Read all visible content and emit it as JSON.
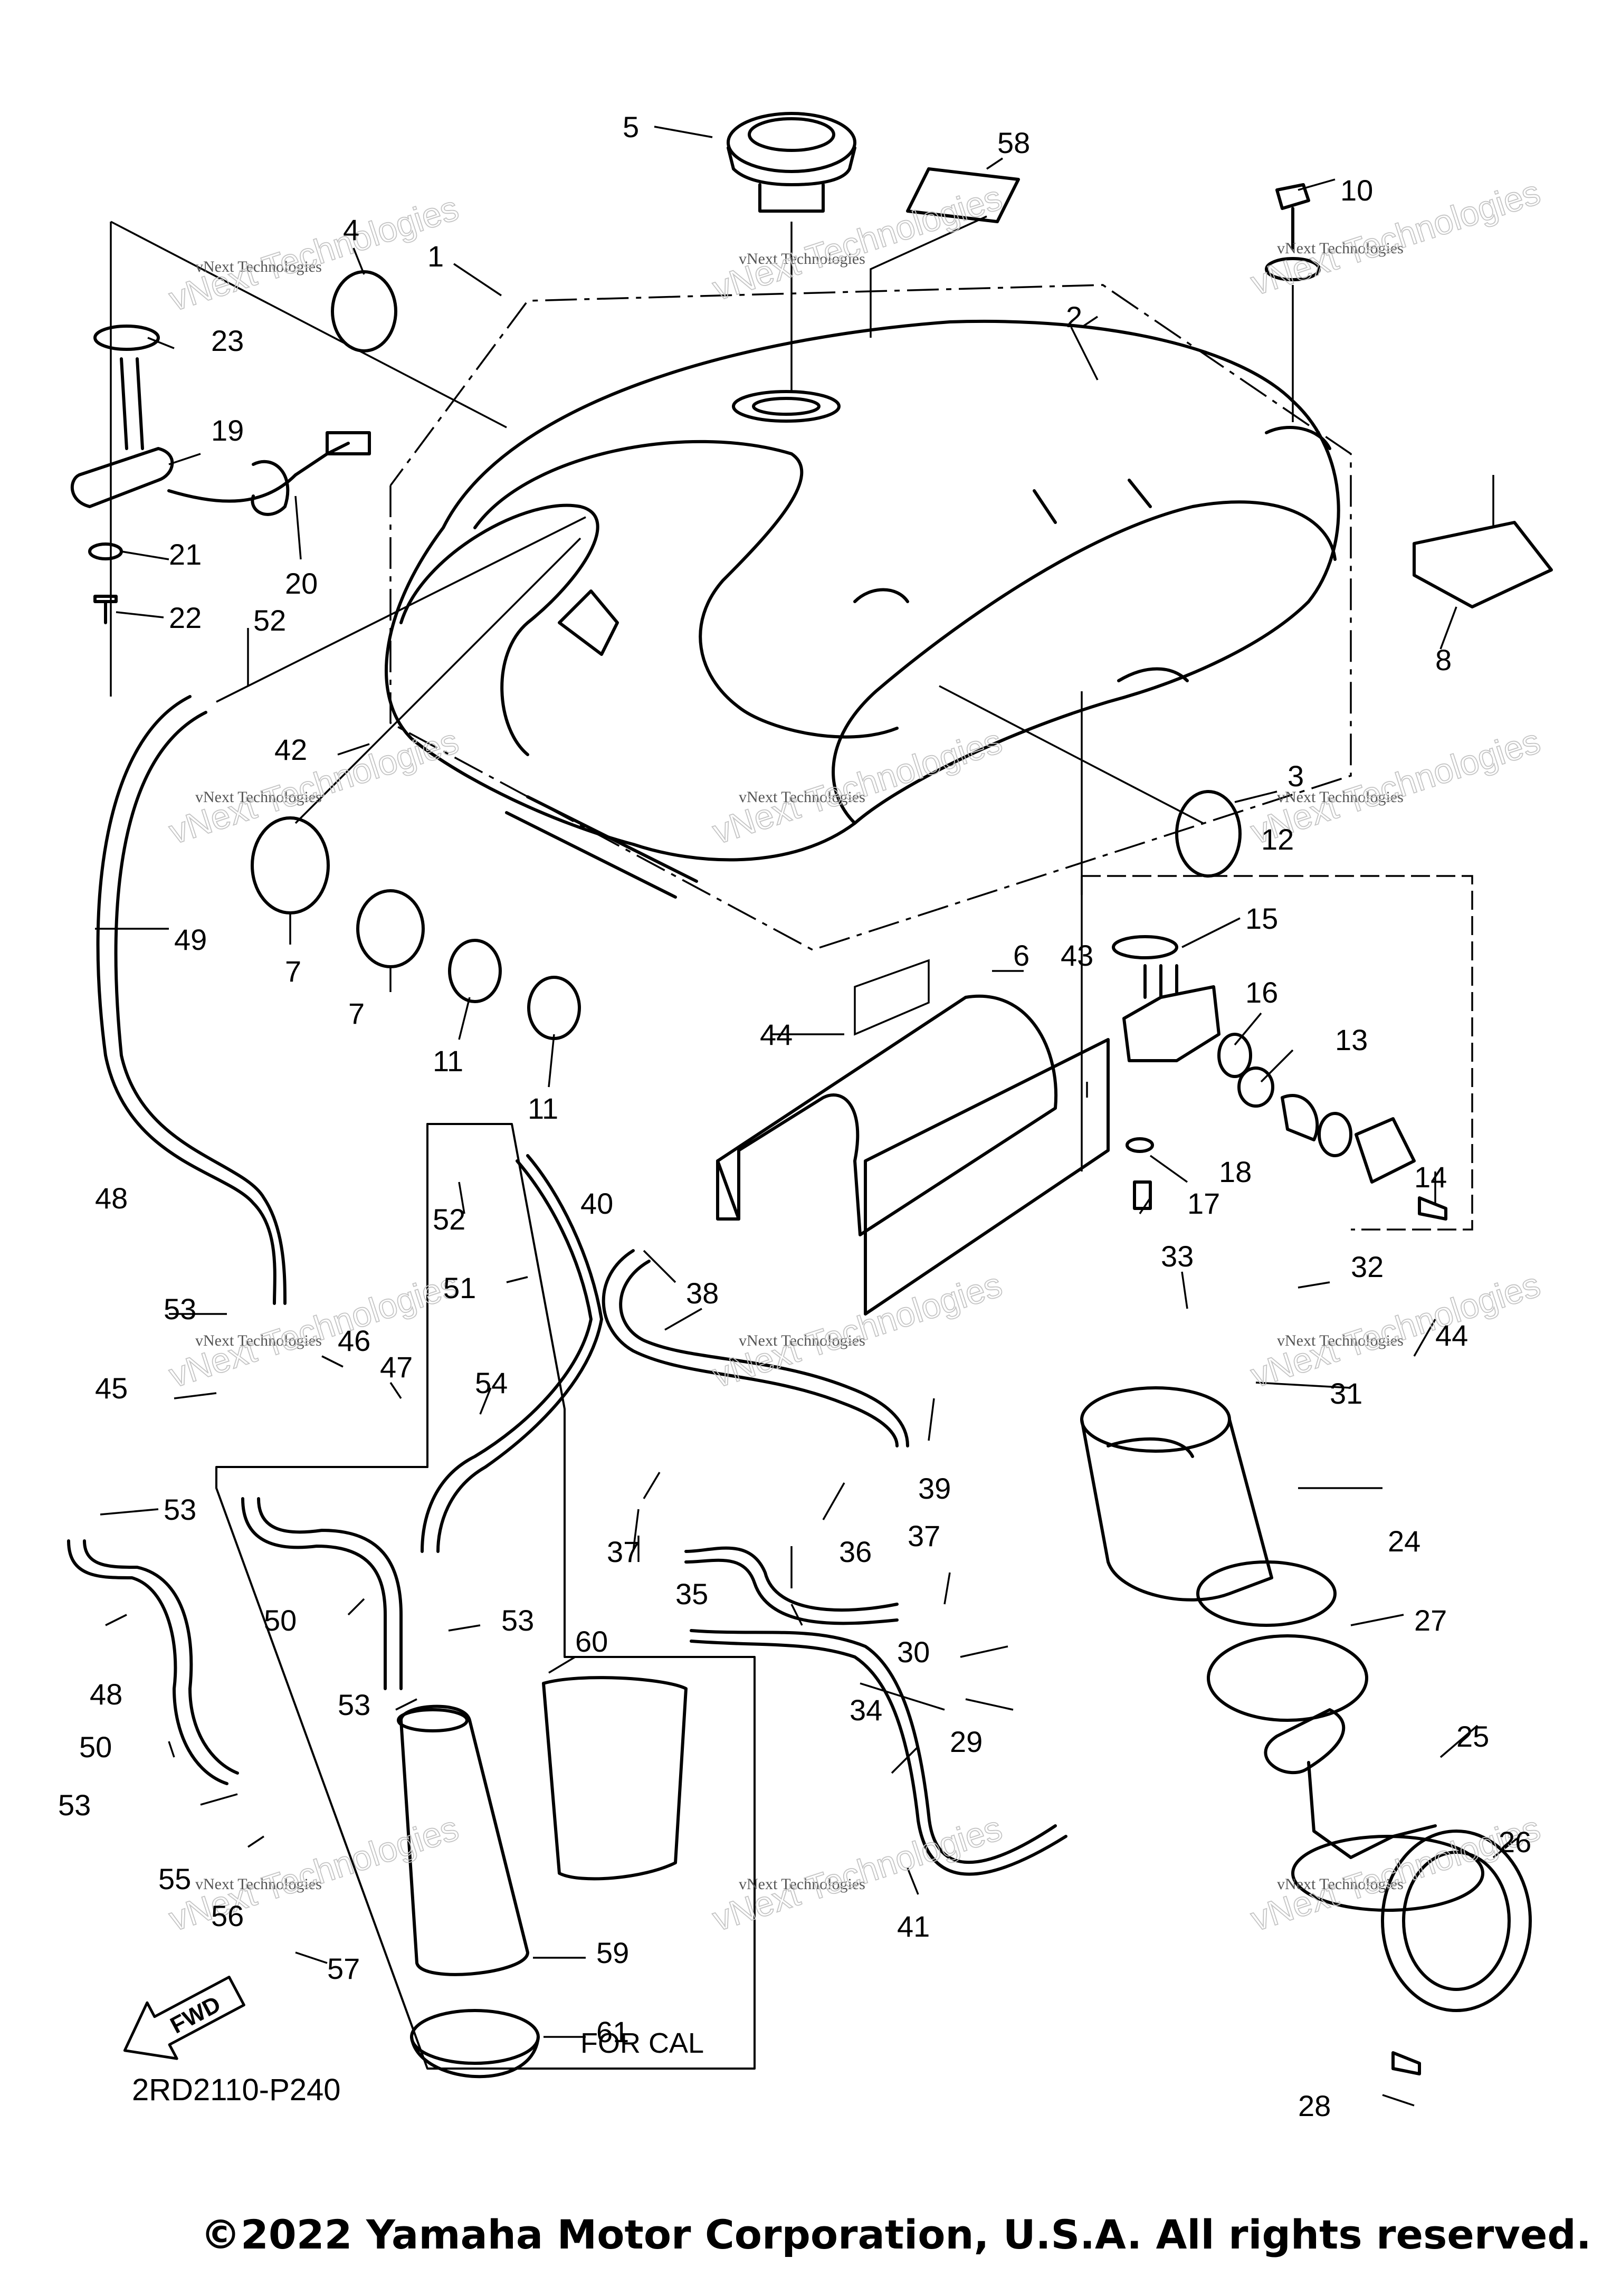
{
  "diagram": {
    "callouts": [
      "1",
      "2",
      "3",
      "4",
      "5",
      "6",
      "7",
      "7",
      "8",
      "10",
      "11",
      "11",
      "12",
      "13",
      "14",
      "15",
      "16",
      "17",
      "18",
      "19",
      "20",
      "21",
      "22",
      "23",
      "24",
      "25",
      "26",
      "27",
      "28",
      "29",
      "30",
      "31",
      "32",
      "33",
      "34",
      "35",
      "36",
      "37",
      "37",
      "38",
      "39",
      "40",
      "41",
      "42",
      "43",
      "44",
      "44",
      "45",
      "46",
      "47",
      "48",
      "48",
      "49",
      "50",
      "50",
      "51",
      "52",
      "52",
      "53",
      "53",
      "53",
      "53",
      "53",
      "54",
      "55",
      "56",
      "57",
      "58",
      "59",
      "60",
      "61"
    ],
    "diagram_code": "2RD2110-P240",
    "for_cal_label": "FOR CAL",
    "fwd_label": "FWD",
    "watermark": {
      "small_text": "vNext Technologies",
      "big_text": "vNext Technologies"
    }
  },
  "footer": {
    "copyright": "©2022 Yamaha Motor Corporation, U.S.A. All rights reserved."
  }
}
